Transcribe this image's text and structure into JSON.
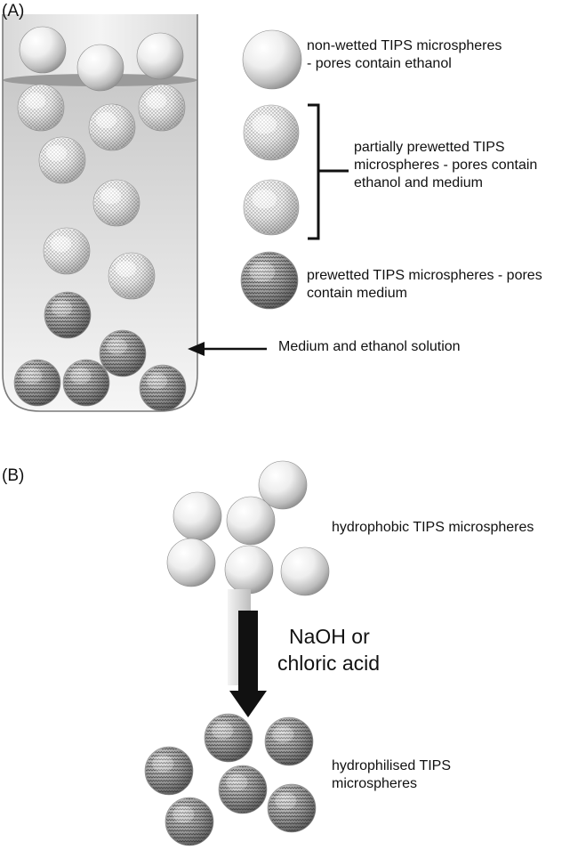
{
  "panels": {
    "a": {
      "label": "(A)",
      "legend": {
        "non_wetted": [
          "non-wetted TIPS microspheres",
          "- pores contain ethanol"
        ],
        "partial": [
          "partially prewetted TIPS",
          "microspheres - pores contain",
          "ethanol and medium"
        ],
        "prewetted": [
          "prewetted TIPS microspheres - pores",
          "contain medium"
        ]
      },
      "arrow_label": "Medium and ethanol solution"
    },
    "b": {
      "label": "(B)",
      "top_label": "hydrophobic TIPS microspheres",
      "process": [
        "NaOH or",
        "chloric acid"
      ],
      "bottom_label": [
        "hydrophilised TIPS",
        "microspheres"
      ]
    }
  },
  "sphere_types": [
    "smooth",
    "dotted",
    "wavy"
  ]
}
